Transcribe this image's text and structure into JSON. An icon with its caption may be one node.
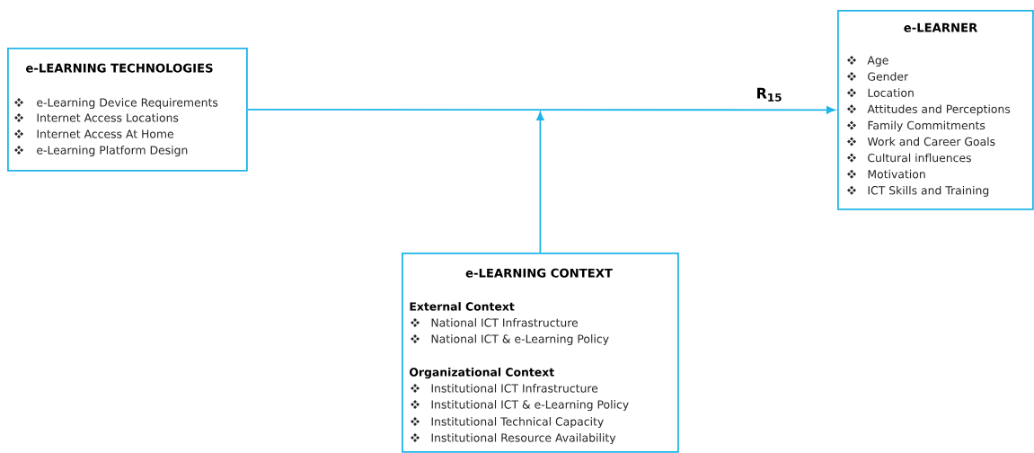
{
  "diagram": {
    "nodes": [
      {
        "text": [
          "e-LEARNING TECHNOLOGIES",
          "e-Learning Device Requirements",
          "Internet Access Locations",
          "Internet Access At Home",
          "e-Learning Platform Design"
        ]
      },
      {
        "text": [
          "e-LEARNER",
          "Age",
          "Gender",
          "Location",
          "Attitudes and Perceptions",
          "Family Commitments",
          "Work and Career Goals",
          "Cultural influences",
          "Motivation",
          "ICT Skills and Training"
        ]
      },
      {
        "text": [
          "e-LEARNING CONTEXT",
          "External Context",
          "National ICT Infrastructure",
          "National ICT & e-Learning Policy",
          "Organizational Context",
          "Institutional ICT Infrastructure",
          "Institutional ICT & e-Learning Policy",
          "Institutional Technical Capacity",
          "Institutional Resource Availability"
        ]
      }
    ],
    "edges": [
      {
        "from": 0,
        "to": 1,
        "arrow": "to",
        "label": "R$_{15}$"
      },
      {
        "from": 2,
        "to": null,
        "arrow": "to"
      }
    ]
  }
}
